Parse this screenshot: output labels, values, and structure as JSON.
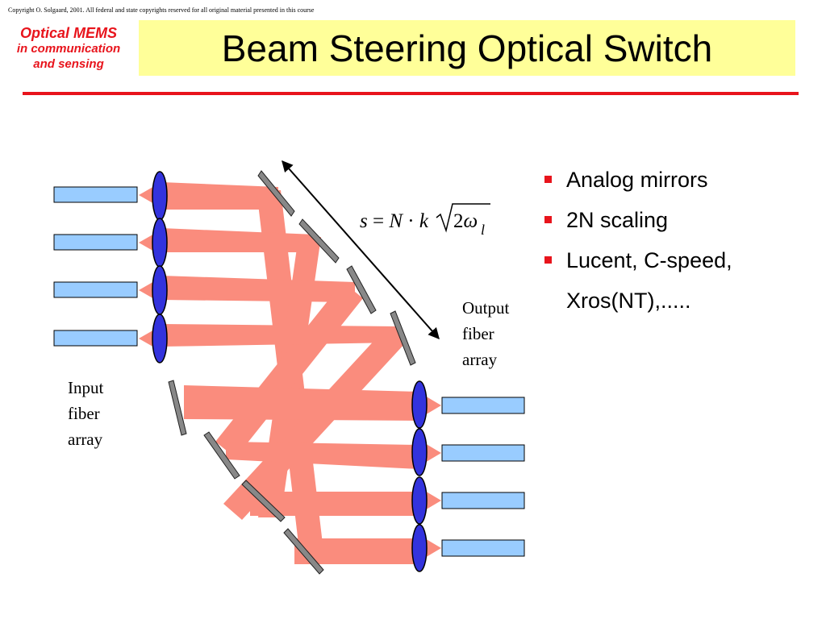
{
  "header": {
    "copyright": "Copyright O. Solgaard, 2001. All federal and state copyrights reserved for all original material presented in this course",
    "course_line1": "Optical MEMS",
    "course_line2": "in communication",
    "course_line3": "and sensing",
    "title": "Beam Steering Optical Switch"
  },
  "diagram": {
    "formula": {
      "s": "s",
      "eq": " = ",
      "N": "N",
      "dot": " · ",
      "k": "k",
      "two": "2",
      "omega": "ω",
      "sub": "l"
    },
    "input_label": [
      "Input",
      "fiber",
      "array"
    ],
    "output_label": [
      "Output",
      "fiber",
      "array"
    ]
  },
  "bullets": {
    "items": [
      "Analog mirrors",
      "2N scaling",
      "Lucent, C-speed,"
    ],
    "continuation": "Xros(NT),....."
  },
  "colors": {
    "accent_red": "#e8141c",
    "title_bg": "#ffff99",
    "beam": "#fa8c7d",
    "fiber": "#99ccff",
    "lens": "#3333dd",
    "mirror": "#888888"
  }
}
